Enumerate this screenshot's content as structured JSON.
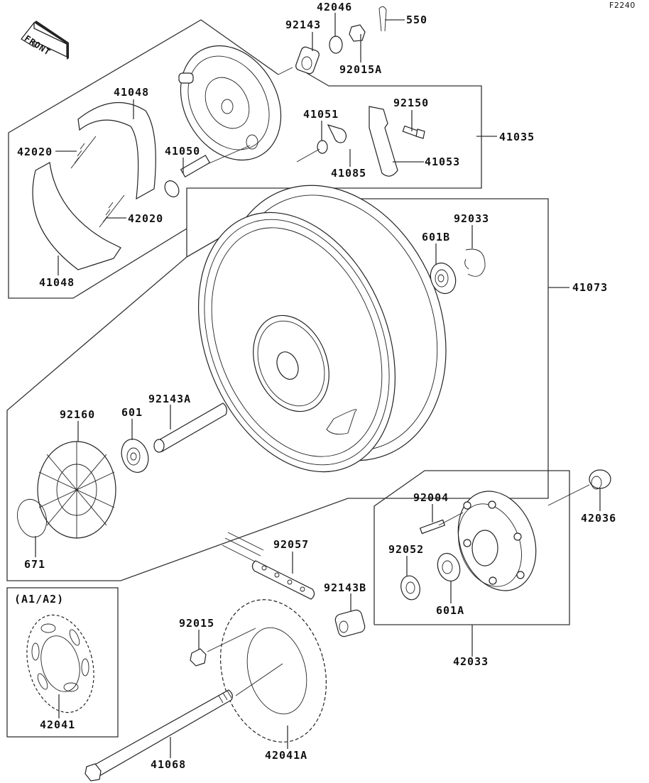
{
  "figure_code": "F2240",
  "front_arrow_label": "FRONT",
  "variant_box_label": "(A1/A2)",
  "callouts": {
    "c92143": "92143",
    "c42046": "42046",
    "c550": "550",
    "c92015A": "92015A",
    "c41048_top": "41048",
    "c42020_top": "42020",
    "c41050": "41050",
    "c41051": "41051",
    "c92150": "92150",
    "c41035": "41035",
    "c41085": "41085",
    "c41053": "41053",
    "c42020_bottom": "42020",
    "c41048_bottom": "41048",
    "c92033": "92033",
    "c601B": "601B",
    "c41073": "41073",
    "c92160": "92160",
    "c601": "601",
    "c92143A": "92143A",
    "c671": "671",
    "c92004": "92004",
    "c42036": "42036",
    "c92052": "92052",
    "c601A": "601A",
    "c42033": "42033",
    "c92057": "92057",
    "c92143B": "92143B",
    "c92015": "92015",
    "c42041": "42041",
    "c41068": "41068",
    "c42041A": "42041A"
  }
}
